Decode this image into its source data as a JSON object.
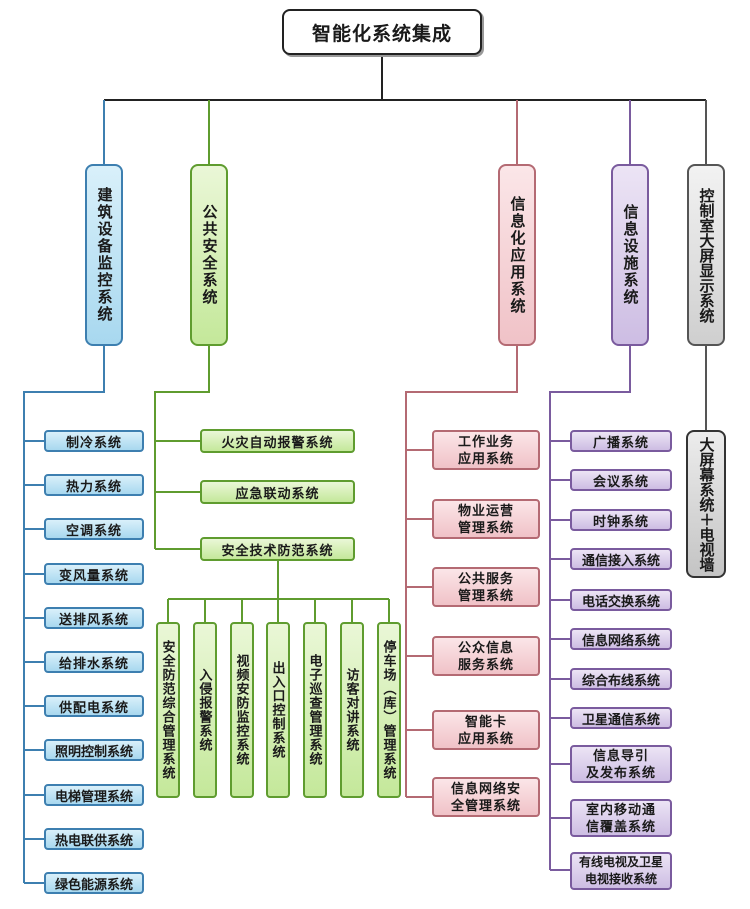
{
  "root": "智能化系统集成",
  "categories": {
    "building": "建筑设备监控系统",
    "public_safety": "公共安全系统",
    "info_app": "信息化应用系统",
    "info_facility": "信息设施系统",
    "control_room": "控制室大屏显示系统"
  },
  "building_items": [
    "制冷系统",
    "热力系统",
    "空调系统",
    "变风量系统",
    "送排风系统",
    "给排水系统",
    "供配电系统",
    "照明控制系统",
    "电梯管理系统",
    "热电联供系统",
    "绿色能源系统"
  ],
  "safety_items": [
    "火灾自动报警系统",
    "应急联动系统",
    "安全技术防范系统"
  ],
  "security_subitems": [
    "安全防范综合管理系统",
    "入侵报警系统",
    "视频安防监控系统",
    "出入口控制系统",
    "电子巡查管理系统",
    "访客对讲系统",
    "停车场（库）管理系统"
  ],
  "info_app_items": [
    [
      "工作业务",
      "应用系统"
    ],
    [
      "物业运营",
      "管理系统"
    ],
    [
      "公共服务",
      "管理系统"
    ],
    [
      "公众信息",
      "服务系统"
    ],
    [
      "智能卡",
      "应用系统"
    ],
    [
      "信息网络安",
      "全管理系统"
    ]
  ],
  "info_facility_items": [
    [
      "广播系统"
    ],
    [
      "会议系统"
    ],
    [
      "时钟系统"
    ],
    [
      "通信接入系统"
    ],
    [
      "电话交换系统"
    ],
    [
      "信息网络系统"
    ],
    [
      "综合布线系统"
    ],
    [
      "卫星通信系统"
    ],
    [
      "信息导引",
      "及发布系统"
    ],
    [
      "室内移动通",
      "信覆盖系统"
    ],
    [
      "有线电视及卫星",
      "电视接收系统"
    ]
  ],
  "control_room_item": "大屏幕系统＋电视墙",
  "colors": {
    "blue": "#3d7fb0",
    "green": "#5f9c2f",
    "pink": "#b46a73",
    "purple": "#7a5b9e",
    "gray": "#555555",
    "black": "#222222"
  }
}
